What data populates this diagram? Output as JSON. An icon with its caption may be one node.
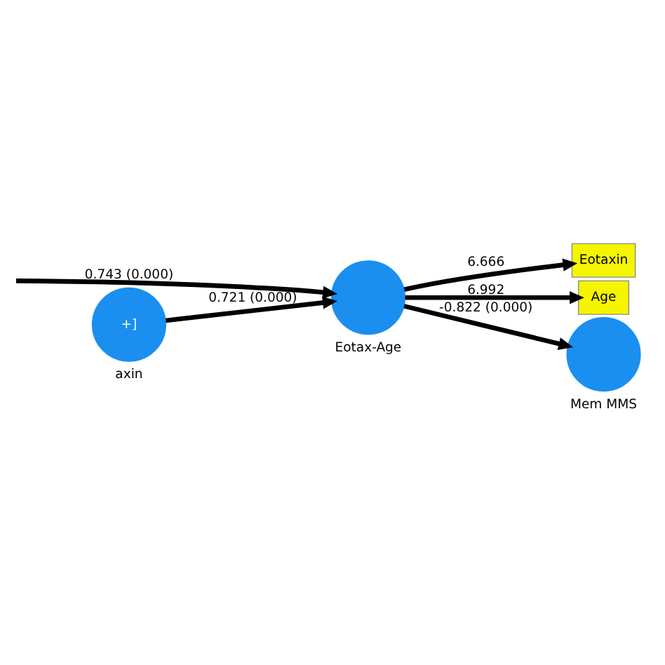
{
  "diagram": {
    "nodes": [
      {
        "text": [
          "Eotaxin"
        ]
      },
      {
        "text": [
          "Age"
        ]
      },
      {
        "text": [],
        "shape": "circle",
        "beside": [
          "Eotax-Age"
        ]
      },
      {
        "text": [],
        "shape": "circle",
        "beside": [
          "Mem MMS"
        ]
      },
      {
        "text": [
          "+]"
        ],
        "beside": [
          "axin"
        ]
      }
    ],
    "edges": [
      {
        "from": null,
        "to": 2,
        "arrow": "to",
        "label": "0.743 (0.000)"
      },
      {
        "from": 4,
        "to": 2,
        "arrow": "to",
        "label": "0.721 (0.000)"
      },
      {
        "from": 2,
        "to": 0,
        "arrow": "to",
        "label": "6.666"
      },
      {
        "from": 2,
        "to": 1,
        "arrow": "to",
        "label": "6.992"
      },
      {
        "from": 2,
        "to": 3,
        "arrow": "to",
        "label": "-0.822 (0.000)"
      }
    ]
  }
}
